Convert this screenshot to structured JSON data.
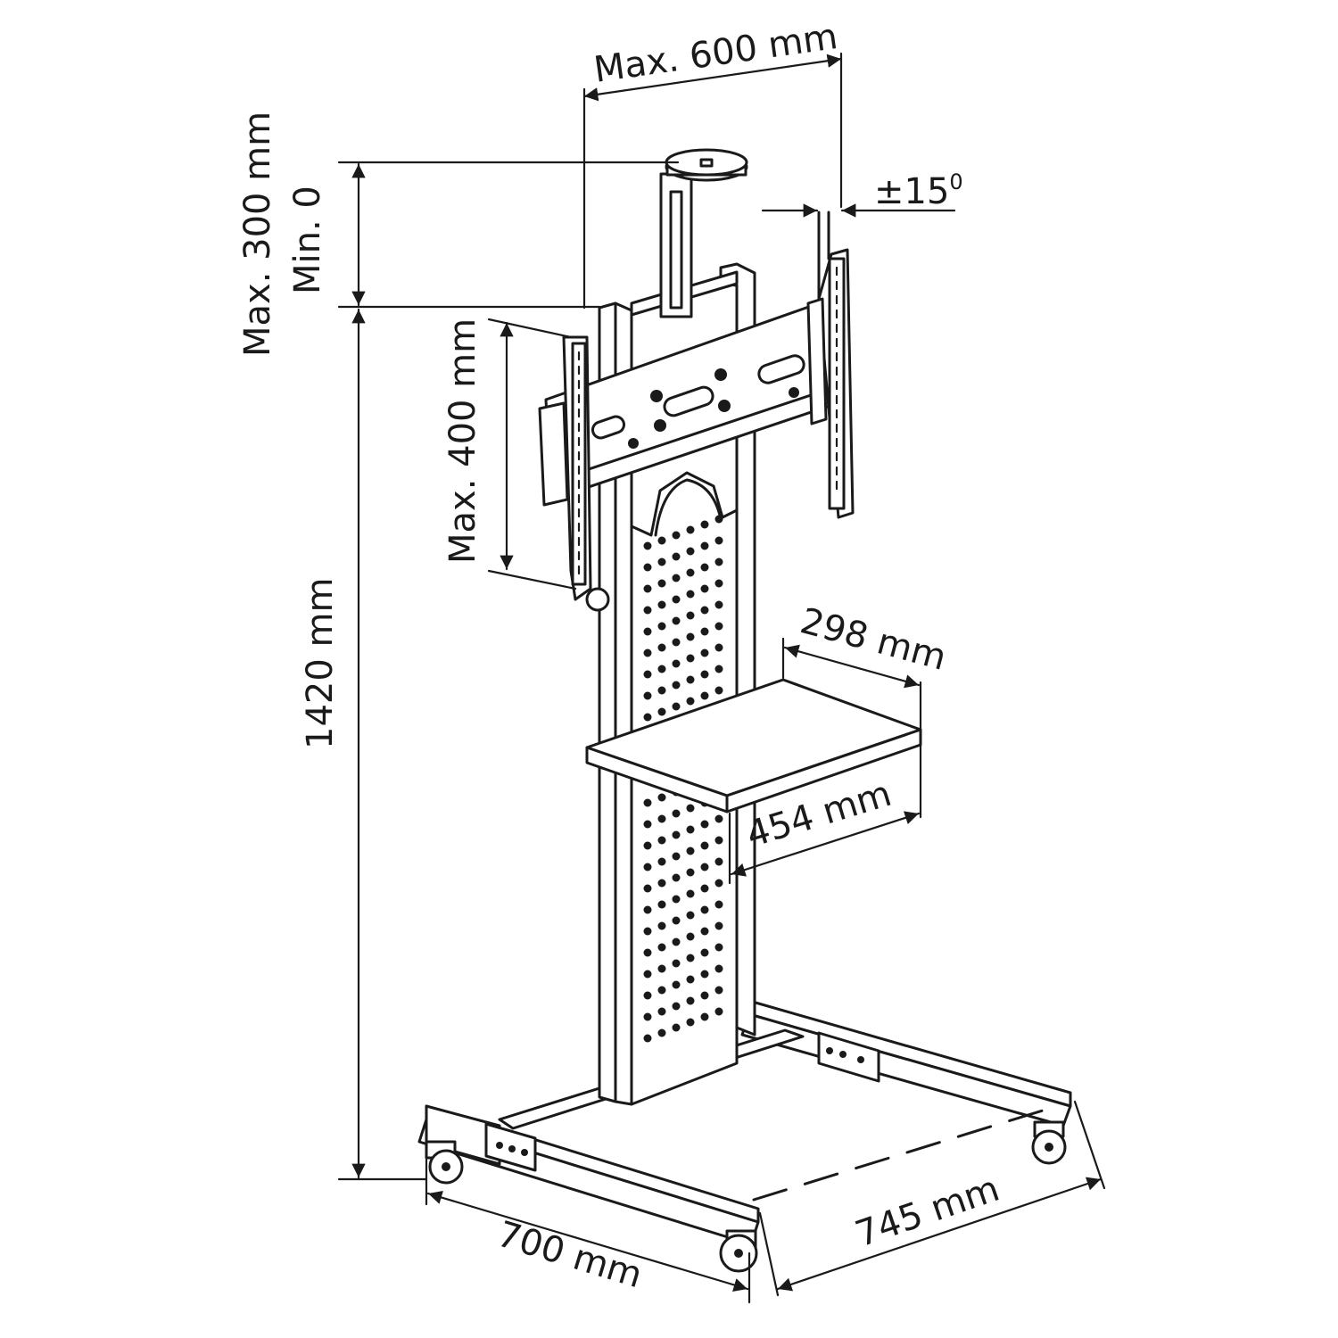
{
  "labels": {
    "width_max": "Max. 600 mm",
    "height_adjust_max": "Max. 300 mm",
    "height_adjust_min": "Min. 0",
    "tilt": "±15",
    "tilt_unit": "0",
    "vesa_height_max": "Max. 400 mm",
    "total_height": "1420 mm",
    "shelf_depth": "298 mm",
    "shelf_width": "454 mm",
    "base_depth": "700 mm",
    "base_width": "745 mm"
  },
  "colors": {
    "line": "#1a1a1a",
    "background": "#ffffff"
  }
}
